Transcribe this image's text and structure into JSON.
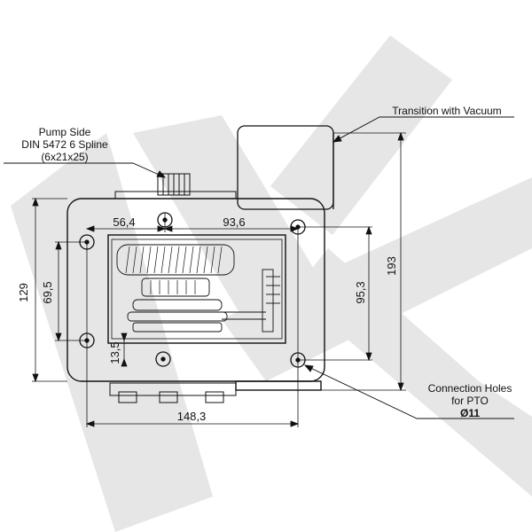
{
  "watermark": {
    "letters": "LK",
    "color": "#e8e8e8"
  },
  "labels": {
    "pump_side_line1": "Pump Side",
    "pump_side_line2": "DIN 5472 6 Spline",
    "pump_side_line3": "(6x21x25)",
    "transition": "Transition with Vacuum",
    "connection_line1": "Connection Holes",
    "connection_line2": "for PTO",
    "connection_line3": "Ø11"
  },
  "dimensions": {
    "d_56_4": "56,4",
    "d_93_6": "93,6",
    "d_69_5": "69,5",
    "d_129": "129",
    "d_95_3": "95,3",
    "d_193": "193",
    "d_13_5": "13,5",
    "d_148_3": "148,3"
  },
  "colors": {
    "line": "#111111",
    "bg": "#ffffff"
  }
}
